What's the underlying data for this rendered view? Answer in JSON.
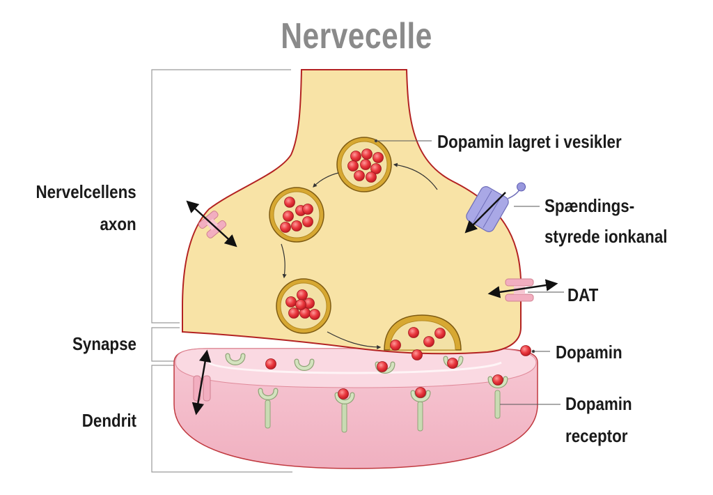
{
  "title": "Nervecelle",
  "labels": {
    "vesicles": "Dopamin lagret i vesikler",
    "ion_channel_1": "Spændings-",
    "ion_channel_2": "styrede ionkanal",
    "dat": "DAT",
    "dopamine": "Dopamin",
    "receptor_1": "Dopamin",
    "receptor_2": "receptor",
    "axon_1": "Nervelcellens",
    "axon_2": "axon",
    "synapse": "Synapse",
    "dendrite": "Dendrit"
  },
  "colors": {
    "axon_fill": "#f8e3a6",
    "axon_stroke": "#b32222",
    "dendrite_fill": "#f5bfcd",
    "dendrite_top": "#fad8e1",
    "vesicle_fill": "#d7a832",
    "dopamine": "#e8303a",
    "receptor": "#c9dbb3",
    "ion_channel": "#a9a8e6",
    "dat": "#f2aec0",
    "title": "#8a8a8a"
  }
}
